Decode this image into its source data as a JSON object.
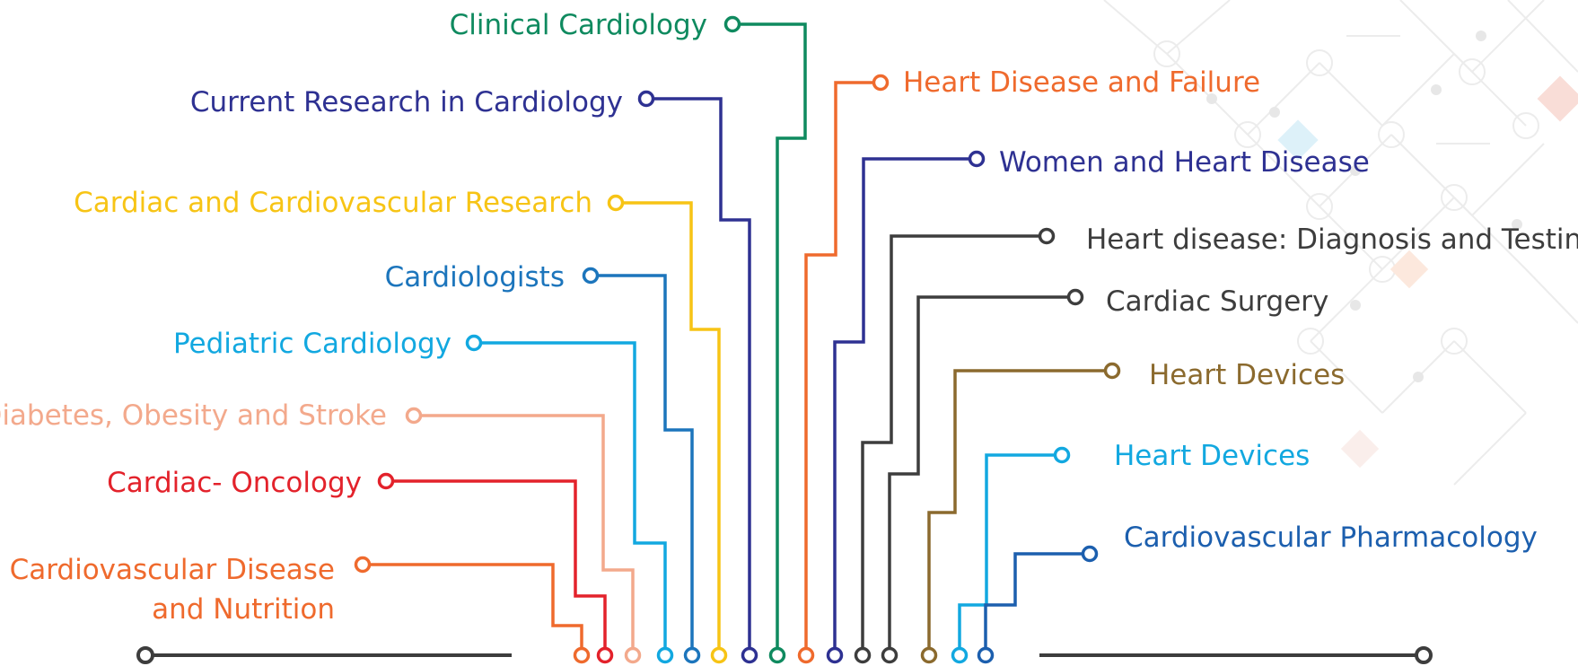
{
  "topics": [
    {
      "id": "clinical",
      "label": "Clinical Cardiology",
      "color": "#0f8a5f"
    },
    {
      "id": "current",
      "label": "Current Research in Cardiology",
      "color": "#2e3192"
    },
    {
      "id": "cardiac-cv",
      "label": "Cardiac and Cardiovascular Research",
      "color": "#f7c415"
    },
    {
      "id": "cardiologists",
      "label": "Cardiologists",
      "color": "#1c75bc"
    },
    {
      "id": "pediatric",
      "label": "Pediatric Cardiology",
      "color": "#12a8e0"
    },
    {
      "id": "diabetes",
      "label": "Diabetes, Obesity and Stroke",
      "color": "#f3a98c"
    },
    {
      "id": "oncology",
      "label": "Cardiac- Oncology",
      "color": "#e3222b"
    },
    {
      "id": "nutrition",
      "label": "Cardiovascular Disease\nand Nutrition",
      "color": "#ef6a2d"
    },
    {
      "id": "failure",
      "label": "Heart Disease and Failure",
      "color": "#ef6a2d"
    },
    {
      "id": "women",
      "label": "Women and Heart Disease",
      "color": "#2e3192"
    },
    {
      "id": "diagnosis",
      "label": "Heart disease: Diagnosis and Testing",
      "color": "#3d3d3d"
    },
    {
      "id": "surgery",
      "label": "Cardiac Surgery",
      "color": "#3d3d3d"
    },
    {
      "id": "devices1",
      "label": "Heart Devices",
      "color": "#8b6a2e"
    },
    {
      "id": "devices2",
      "label": "Heart Devices",
      "color": "#12a8e0"
    },
    {
      "id": "pharma",
      "label": "Cardiovascular Pharmacology",
      "color": "#1c5fae"
    }
  ],
  "baseline_color": "#3d3d3d"
}
